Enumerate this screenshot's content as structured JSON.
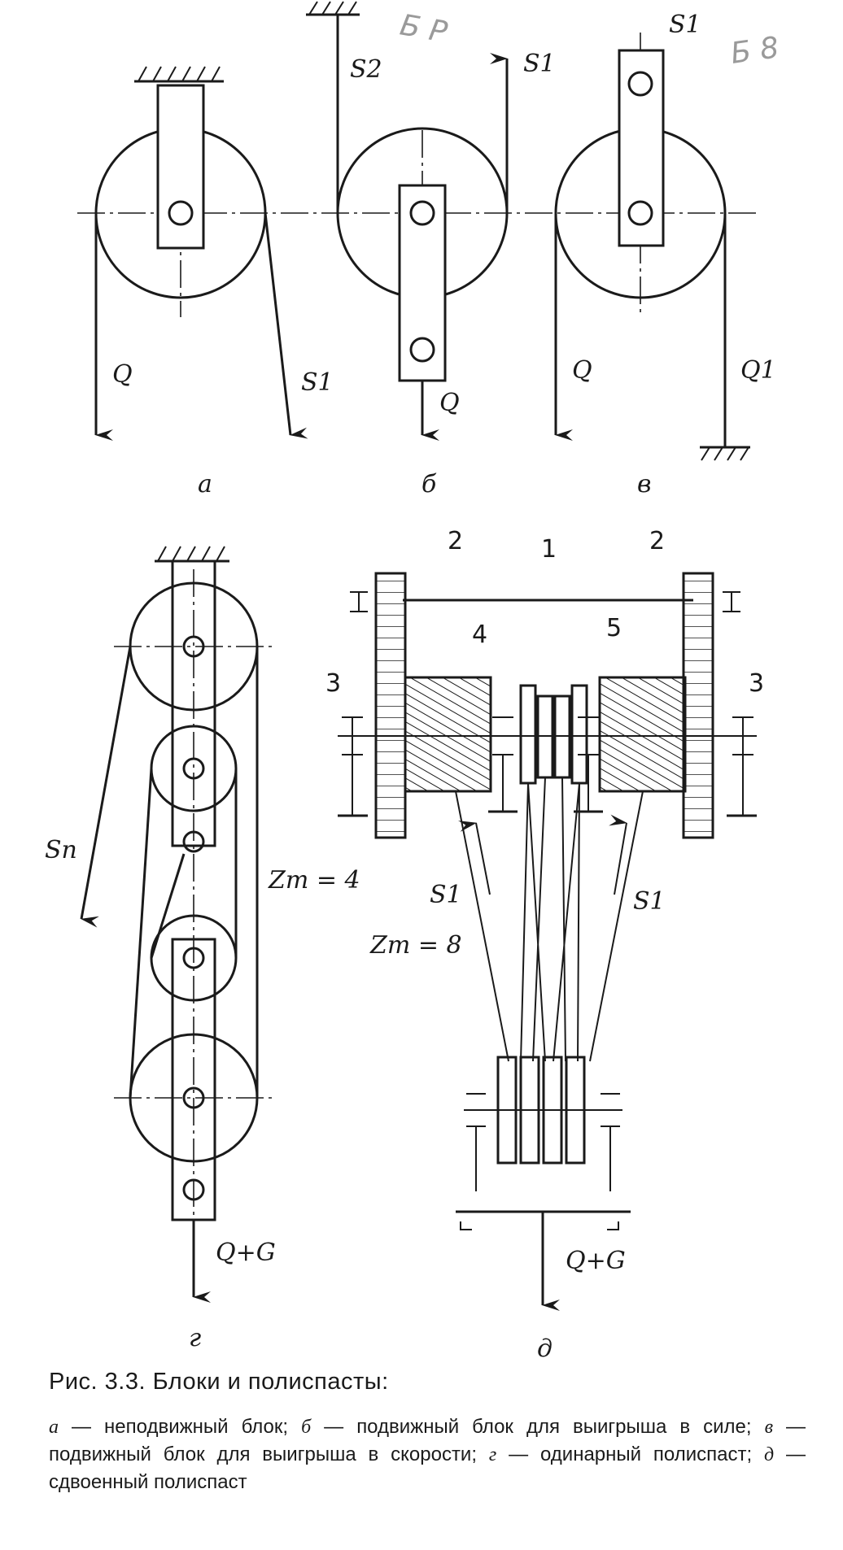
{
  "figure": {
    "labels": {
      "a": "а",
      "b": "б",
      "v": "в",
      "g": "г",
      "d": "д"
    },
    "forces": {
      "Q": "Q",
      "Q1": "Q1",
      "S1": "S1",
      "S2": "S2",
      "Sn": "Sп",
      "QG": "Q+G",
      "zm4": "Zm = 4",
      "zm8": "Zm = 8"
    },
    "numbers": [
      "1",
      "2",
      "3",
      "4",
      "5"
    ],
    "pencil_marks": [
      "Б Р",
      "Б 8"
    ]
  },
  "caption": {
    "title": "Рис. 3.3. Блоки и полиспасты:",
    "items": [
      {
        "key": "а",
        "text": " — неподвижный блок; "
      },
      {
        "key": "б",
        "text": " — подвижный блок для выигрыша в силе; "
      },
      {
        "key": "в",
        "text": " — подвижный блок для выигрыша в скорости; "
      },
      {
        "key": "г",
        "text": " — одинарный полиспаст; "
      },
      {
        "key": "д",
        "text": " — сдвоенный полиспаст"
      }
    ]
  }
}
